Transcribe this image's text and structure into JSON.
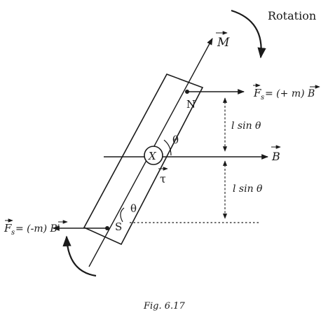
{
  "labels": {
    "rotation": "Rotation",
    "magnetic_moment": "M",
    "north_pole": "N",
    "south_pole": "S",
    "center": "X",
    "torque": "τ",
    "theta_top": "θ",
    "theta_bottom": "θ",
    "force_north": "= (+ m) B",
    "force_north_symbol": "F",
    "force_north_sub": "s",
    "field": "B",
    "force_south": "= (-m) B′",
    "force_south_symbol": "F",
    "force_south_sub": "s",
    "l_sin_theta_top": "l sin θ",
    "l_sin_theta_bottom": "l sin θ",
    "caption": "Fig. 6.17"
  }
}
